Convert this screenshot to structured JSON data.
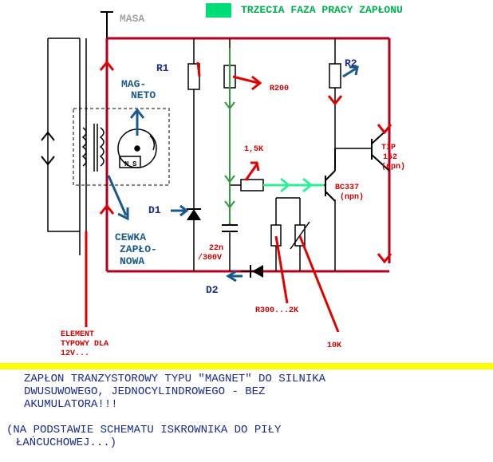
{
  "title": "TRZECIA FAZA PRACY ZAPŁONU",
  "ground_label": "MASA",
  "components": {
    "r1": "R1",
    "r2": "R2",
    "r200": "R200",
    "r15k": "1,5K",
    "bc337": "BC337",
    "bc337_type": "(npn)",
    "tip152": "TIP",
    "tip152_num": "152",
    "tip152_type": "(npn)",
    "d1": "D1",
    "d2": "D2",
    "cap": "22n",
    "cap_voltage": "/300V",
    "r300": "R300...2K",
    "k10": "10K",
    "magneto_1": "MAG-",
    "magneto_2": "NETO",
    "coil_1": "CEWKA",
    "coil_2": "ZAPŁO-",
    "coil_3": "NOWA",
    "flywheel_n": "N",
    "flywheel_s": "S",
    "element_1": "ELEMENT",
    "element_2": "TYPOWY DLA",
    "element_3": "12V..."
  },
  "footer": {
    "line1": "ZAPŁON TRANZYSTOROWY TYPU \"MAGNET\" DO SILNIKA",
    "line2": "DWUSUWOWEGO, JEDNOCYLINDROWEGO - BEZ",
    "line3": "AKUMULATORA!!!",
    "line4": "(NA PODSTAWIE SCHEMATU ISKROWNIKA DO PIŁY",
    "line5": "ŁAŃCUCHOWEJ...)"
  },
  "colors": {
    "wire": "#b00020",
    "current": "#e00000",
    "signal": "#33ee99",
    "annotation_blue": "#1a5a8a",
    "title_green": "#00c060",
    "divider": "#ffff00"
  }
}
